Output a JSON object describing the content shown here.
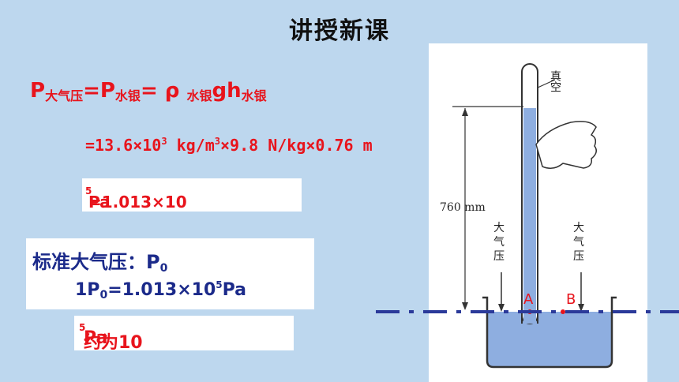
{
  "title": "讲授新课",
  "formula": {
    "p_main": "P",
    "sub_atm": "大气压",
    "eq1": "=P",
    "sub_hg1": "水银",
    "eq2": "= ρ ",
    "sub_hg2": "水银",
    "ghtext": "gh",
    "sub_hg3": "水银"
  },
  "calc": {
    "part1": "=13.6×10",
    "exp1": "3",
    "part2": " kg/m",
    "exp2": "3",
    "part3": "×9.8 N/kg×0.76 m"
  },
  "result": {
    "base": "=1.013×10",
    "exp": "5",
    "unit": " Pa"
  },
  "standard": {
    "label": "标准大气压：P",
    "label_sub": "0",
    "eq_p": "1P",
    "eq_sub": "0",
    "eq_base": "=1.013×10",
    "eq_exp": "5",
    "eq_unit": "Pa"
  },
  "approx": {
    "base": "约为10",
    "exp": "5",
    "unit": "Pa"
  },
  "diagram": {
    "vacuum": "真空",
    "height_label": "760 mm",
    "atm_char1": "大",
    "atm_char2": "气",
    "atm_char3": "压",
    "point_a": "A",
    "point_b": "B"
  },
  "colors": {
    "background": "#bdd7ee",
    "formula_red": "#e8141c",
    "standard_blue": "#1b2a8a",
    "mercury": "#8eaee0",
    "dash_line": "#2b3a9a"
  }
}
